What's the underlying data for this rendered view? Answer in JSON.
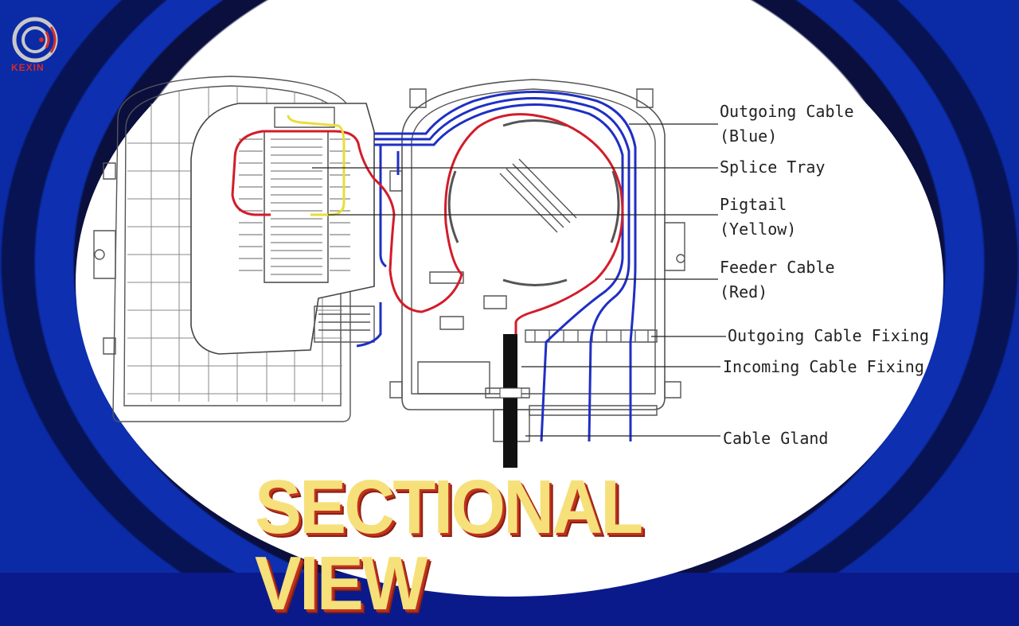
{
  "brand": {
    "logo_text": "KEXIN",
    "accent_red": "#d42a2a"
  },
  "labels": {
    "outgoing_cable": [
      "Outgoing Cable",
      "(Blue)"
    ],
    "splice_tray": "Splice Tray",
    "pigtail": [
      "Pigtail",
      "(Yellow)"
    ],
    "feeder_cable": [
      "Feeder Cable",
      "(Red)"
    ],
    "outgoing_cable_fixing": "Outgoing Cable Fixing",
    "incoming_cable_fixing": "Incoming Cable Fixing",
    "cable_gland": "Cable Gland"
  },
  "title": "SECTIONAL VIEW",
  "colors": {
    "outgoing_cable": "#1f2fc4",
    "pigtail": "#e8dd3a",
    "feeder_cable": "#d21c2a",
    "title_fill": "#f6e07a",
    "title_shadow": "#c0321e"
  }
}
